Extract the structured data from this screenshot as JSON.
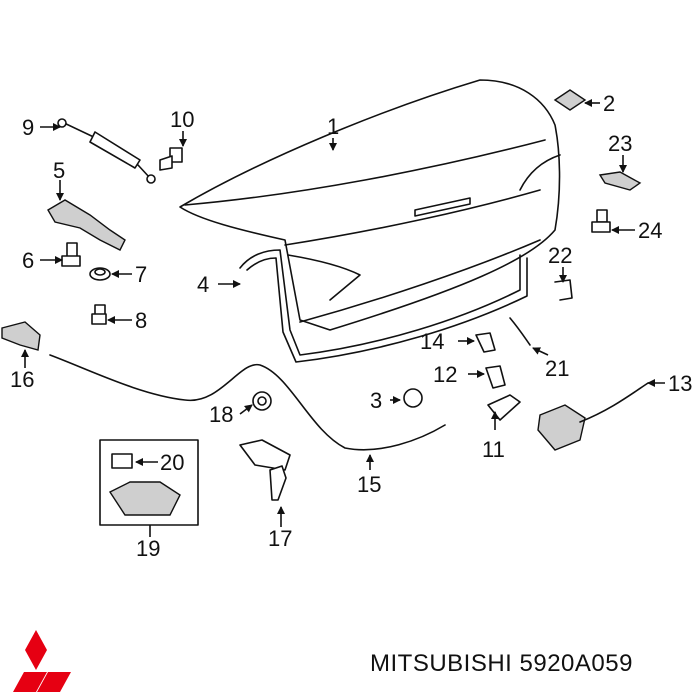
{
  "brand": {
    "name": "MITSUBISHI",
    "part_number": "5920A059",
    "logo_color": "#e60012"
  },
  "callouts": {
    "c1": "1",
    "c2": "2",
    "c3": "3",
    "c4": "4",
    "c5": "5",
    "c6": "6",
    "c7": "7",
    "c8": "8",
    "c9": "9",
    "c10": "10",
    "c11": "11",
    "c12": "12",
    "c13": "13",
    "c14": "14",
    "c15": "15",
    "c16": "16",
    "c17": "17",
    "c18": "18",
    "c19": "19",
    "c20": "20",
    "c21": "21",
    "c22": "22",
    "c23": "23",
    "c24": "24"
  }
}
